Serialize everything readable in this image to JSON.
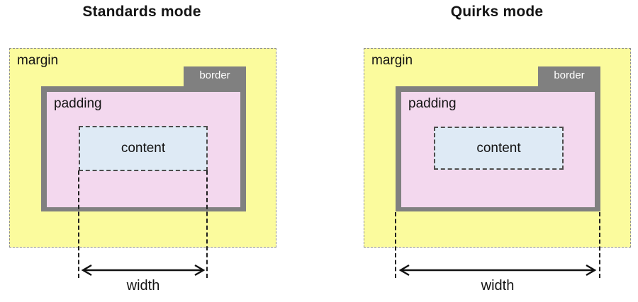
{
  "colors": {
    "margin_fill": "#FBFB9D",
    "padding_fill": "#F3D8EE",
    "content_fill": "#DEEAF5",
    "border_fill": "#808080",
    "margin_outline": "#8F8F8F",
    "guide_and_arrow": "#1A1A1A",
    "border_tab_text": "#FFFFFF"
  },
  "panels": [
    {
      "title": "Standards mode",
      "labels": {
        "margin": "margin",
        "border": "border",
        "padding": "padding",
        "content": "content",
        "width": "width"
      }
    },
    {
      "title": "Quirks mode",
      "labels": {
        "margin": "margin",
        "border": "border",
        "padding": "padding",
        "content": "content",
        "width": "width"
      }
    }
  ]
}
